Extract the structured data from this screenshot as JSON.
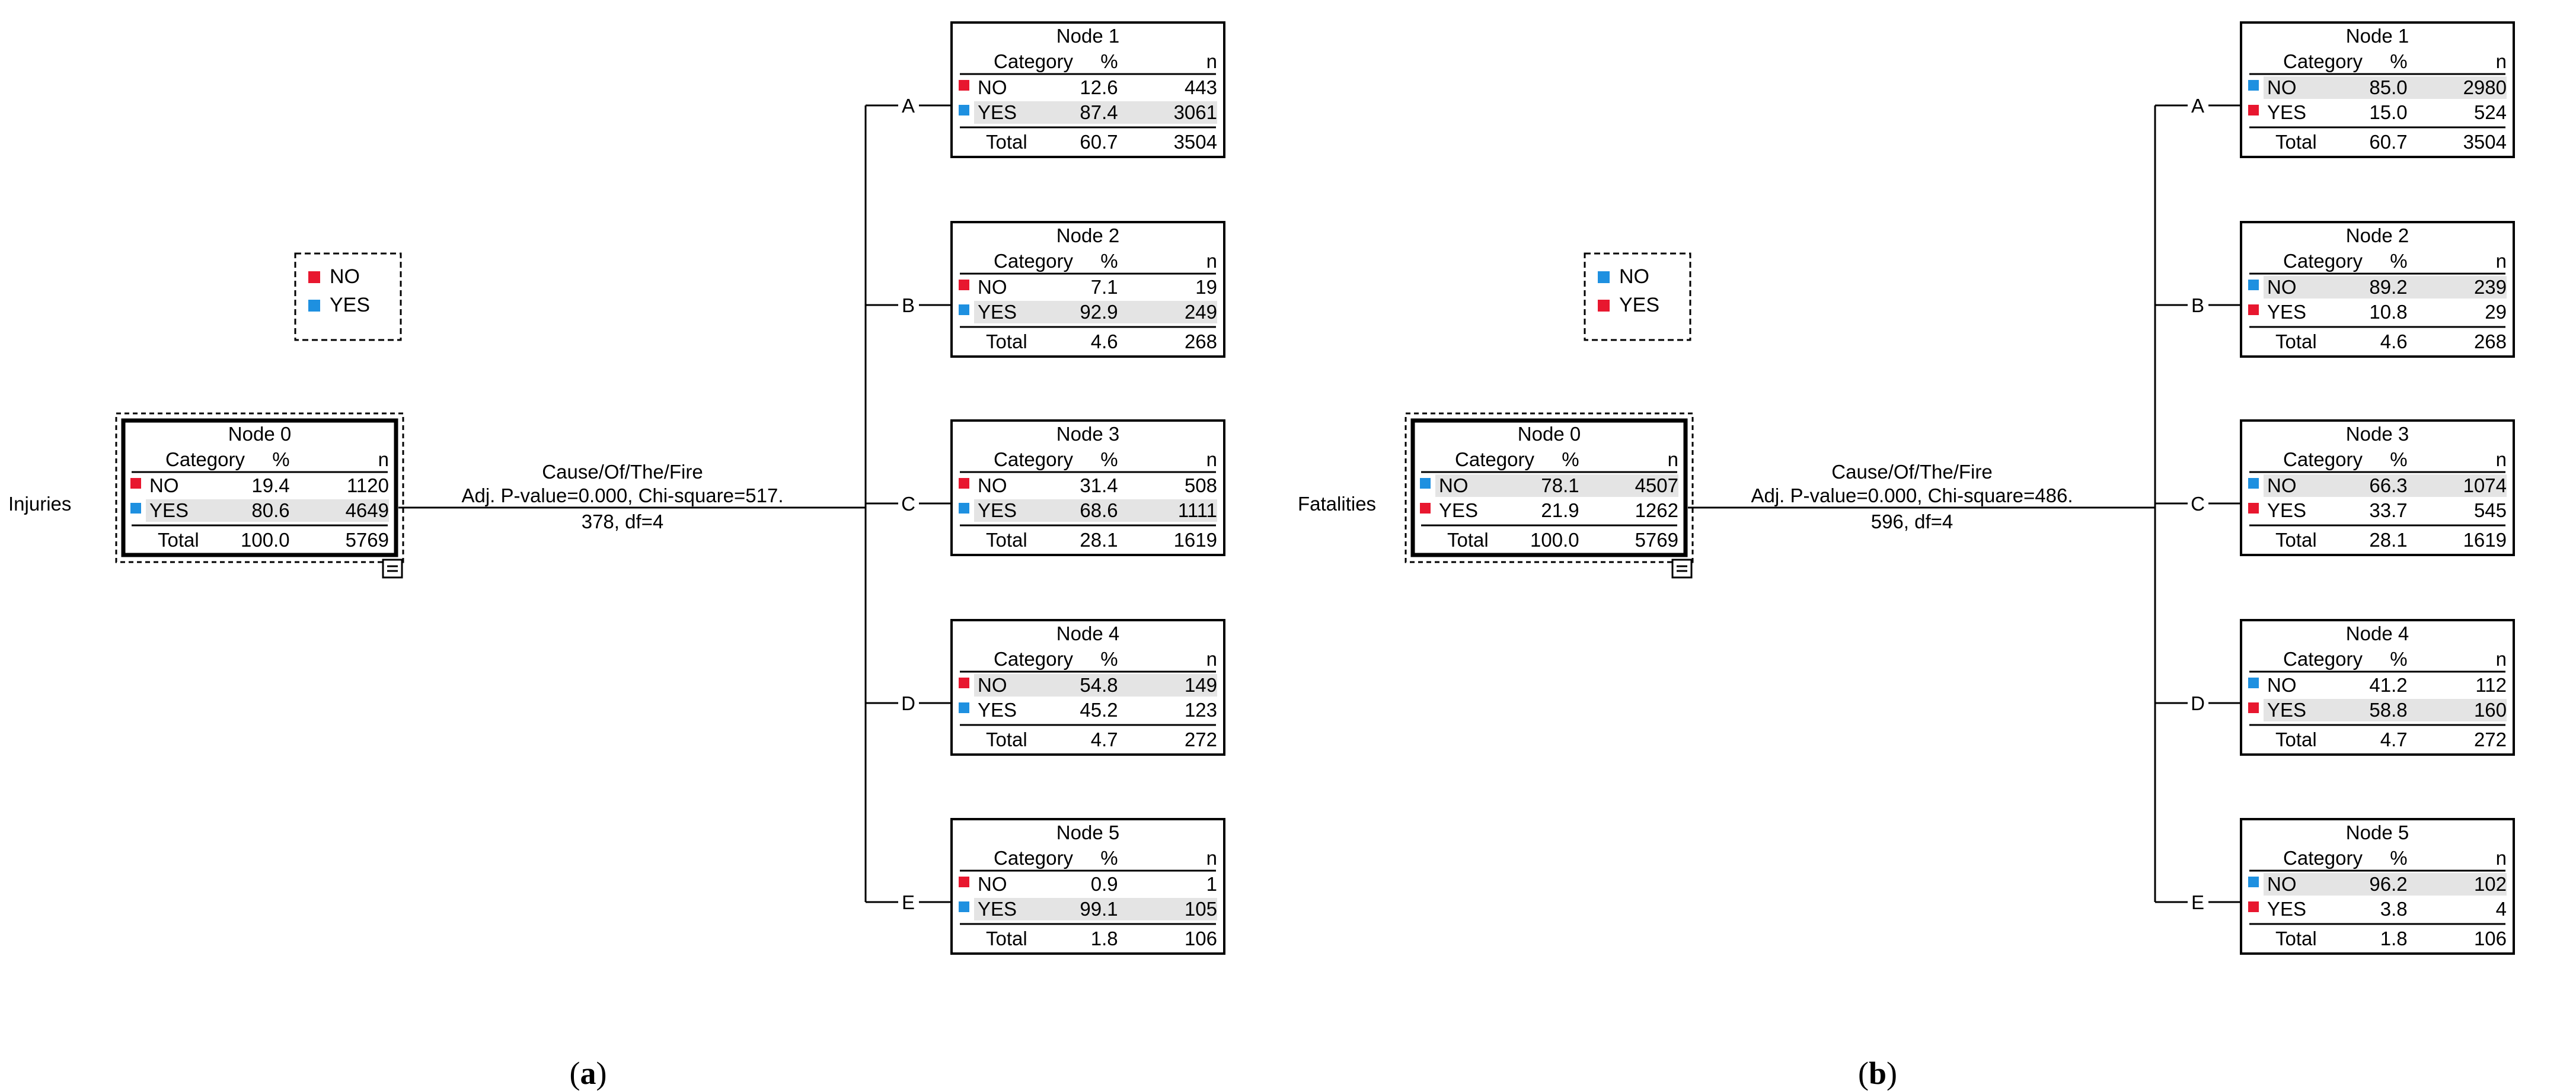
{
  "caption_open": "(",
  "caption_close": ")",
  "panels": [
    {
      "id": "a",
      "caption": "a",
      "target": "Injuries",
      "legend": [
        {
          "label": "NO",
          "color": "#e8172f"
        },
        {
          "label": "YES",
          "color": "#1e90e0"
        }
      ],
      "split_variable": "Cause/Of/The/Fire",
      "split_stats_line1": "Adj. P-value=0.000, Chi-square=517.",
      "split_stats_line2": "378, df=4",
      "header": {
        "category": "Category",
        "pct": "%",
        "n": "n"
      },
      "total_label": "Total",
      "root": {
        "name": "Node 0",
        "rows": [
          {
            "cat": "NO",
            "color": "#e8172f",
            "pct": "19.4",
            "n": "1120",
            "shade": false
          },
          {
            "cat": "YES",
            "color": "#1e90e0",
            "pct": "80.6",
            "n": "4649",
            "shade": true
          }
        ],
        "total_pct": "100.0",
        "total_n": "5769"
      },
      "children": [
        {
          "branch": "A",
          "name": "Node 1",
          "rows": [
            {
              "cat": "NO",
              "color": "#e8172f",
              "pct": "12.6",
              "n": "443",
              "shade": false
            },
            {
              "cat": "YES",
              "color": "#1e90e0",
              "pct": "87.4",
              "n": "3061",
              "shade": true
            }
          ],
          "total_pct": "60.7",
          "total_n": "3504"
        },
        {
          "branch": "B",
          "name": "Node 2",
          "rows": [
            {
              "cat": "NO",
              "color": "#e8172f",
              "pct": "7.1",
              "n": "19",
              "shade": false
            },
            {
              "cat": "YES",
              "color": "#1e90e0",
              "pct": "92.9",
              "n": "249",
              "shade": true
            }
          ],
          "total_pct": "4.6",
          "total_n": "268"
        },
        {
          "branch": "C",
          "name": "Node 3",
          "rows": [
            {
              "cat": "NO",
              "color": "#e8172f",
              "pct": "31.4",
              "n": "508",
              "shade": false
            },
            {
              "cat": "YES",
              "color": "#1e90e0",
              "pct": "68.6",
              "n": "1111",
              "shade": true
            }
          ],
          "total_pct": "28.1",
          "total_n": "1619"
        },
        {
          "branch": "D",
          "name": "Node 4",
          "rows": [
            {
              "cat": "NO",
              "color": "#e8172f",
              "pct": "54.8",
              "n": "149",
              "shade": true
            },
            {
              "cat": "YES",
              "color": "#1e90e0",
              "pct": "45.2",
              "n": "123",
              "shade": false
            }
          ],
          "total_pct": "4.7",
          "total_n": "272"
        },
        {
          "branch": "E",
          "name": "Node 5",
          "rows": [
            {
              "cat": "NO",
              "color": "#e8172f",
              "pct": "0.9",
              "n": "1",
              "shade": false
            },
            {
              "cat": "YES",
              "color": "#1e90e0",
              "pct": "99.1",
              "n": "105",
              "shade": true
            }
          ],
          "total_pct": "1.8",
          "total_n": "106"
        }
      ]
    },
    {
      "id": "b",
      "caption": "b",
      "target": "Fatalities",
      "legend": [
        {
          "label": "NO",
          "color": "#1e90e0"
        },
        {
          "label": "YES",
          "color": "#e8172f"
        }
      ],
      "split_variable": "Cause/Of/The/Fire",
      "split_stats_line1": "Adj. P-value=0.000, Chi-square=486.",
      "split_stats_line2": "596, df=4",
      "header": {
        "category": "Category",
        "pct": "%",
        "n": "n"
      },
      "total_label": "Total",
      "root": {
        "name": "Node 0",
        "rows": [
          {
            "cat": "NO",
            "color": "#1e90e0",
            "pct": "78.1",
            "n": "4507",
            "shade": true
          },
          {
            "cat": "YES",
            "color": "#e8172f",
            "pct": "21.9",
            "n": "1262",
            "shade": false
          }
        ],
        "total_pct": "100.0",
        "total_n": "5769"
      },
      "children": [
        {
          "branch": "A",
          "name": "Node 1",
          "rows": [
            {
              "cat": "NO",
              "color": "#1e90e0",
              "pct": "85.0",
              "n": "2980",
              "shade": true
            },
            {
              "cat": "YES",
              "color": "#e8172f",
              "pct": "15.0",
              "n": "524",
              "shade": false
            }
          ],
          "total_pct": "60.7",
          "total_n": "3504"
        },
        {
          "branch": "B",
          "name": "Node 2",
          "rows": [
            {
              "cat": "NO",
              "color": "#1e90e0",
              "pct": "89.2",
              "n": "239",
              "shade": true
            },
            {
              "cat": "YES",
              "color": "#e8172f",
              "pct": "10.8",
              "n": "29",
              "shade": false
            }
          ],
          "total_pct": "4.6",
          "total_n": "268"
        },
        {
          "branch": "C",
          "name": "Node 3",
          "rows": [
            {
              "cat": "NO",
              "color": "#1e90e0",
              "pct": "66.3",
              "n": "1074",
              "shade": true
            },
            {
              "cat": "YES",
              "color": "#e8172f",
              "pct": "33.7",
              "n": "545",
              "shade": false
            }
          ],
          "total_pct": "28.1",
          "total_n": "1619"
        },
        {
          "branch": "D",
          "name": "Node 4",
          "rows": [
            {
              "cat": "NO",
              "color": "#1e90e0",
              "pct": "41.2",
              "n": "112",
              "shade": false
            },
            {
              "cat": "YES",
              "color": "#e8172f",
              "pct": "58.8",
              "n": "160",
              "shade": true
            }
          ],
          "total_pct": "4.7",
          "total_n": "272"
        },
        {
          "branch": "E",
          "name": "Node 5",
          "rows": [
            {
              "cat": "NO",
              "color": "#1e90e0",
              "pct": "96.2",
              "n": "102",
              "shade": true
            },
            {
              "cat": "YES",
              "color": "#e8172f",
              "pct": "3.8",
              "n": "4",
              "shade": false
            }
          ],
          "total_pct": "1.8",
          "total_n": "106"
        }
      ]
    }
  ]
}
